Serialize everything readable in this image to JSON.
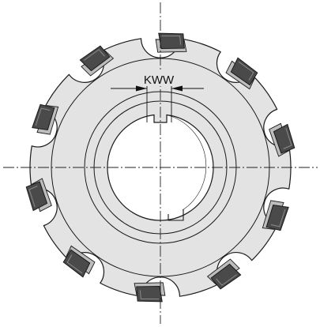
{
  "drawing": {
    "dimension_label": "KWW",
    "insert_count": 10,
    "colors": {
      "body_fill": "#e3e3e3",
      "bore_fill": "#ffffff",
      "outline": "#1a1a1a",
      "insert_dark": "#4a4a4a",
      "insert_light": "#bdbdbd",
      "centerline": "#222222"
    },
    "icons": [
      "cutter-body",
      "insert",
      "bore",
      "keyway",
      "centerline",
      "dimension-arrow"
    ]
  }
}
